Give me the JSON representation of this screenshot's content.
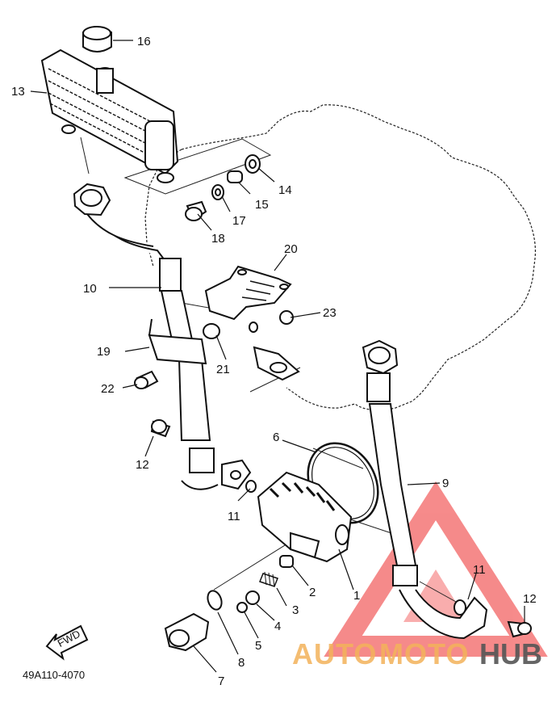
{
  "diagram": {
    "part_code": "49A110-4070",
    "fwd_label": "FWD",
    "callouts": [
      "1",
      "2",
      "3",
      "4",
      "5",
      "6",
      "7",
      "8",
      "9",
      "10",
      "11",
      "11",
      "12",
      "12",
      "13",
      "14",
      "15",
      "16",
      "17",
      "18",
      "19",
      "20",
      "21",
      "22",
      "23"
    ]
  },
  "watermark": {
    "brand_part1": "AUTO",
    "brand_part2": "MOTO",
    "brand_part3": "HUB",
    "colors": {
      "orange": "#f3b25a",
      "grey": "#555555",
      "red": "#ee2b2b"
    }
  }
}
